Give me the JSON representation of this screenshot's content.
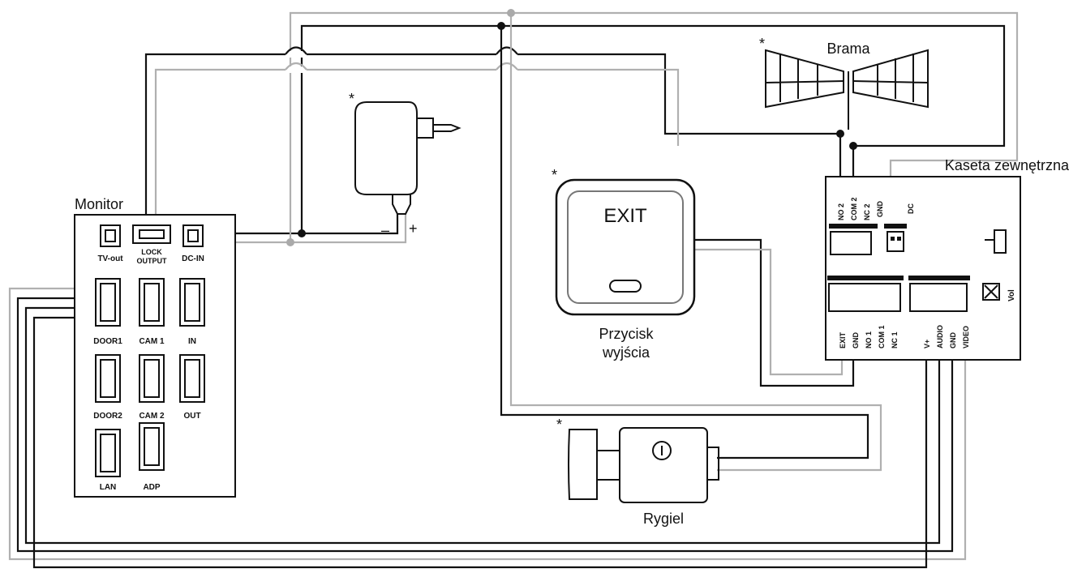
{
  "diagram": {
    "monitor": {
      "title": "Monitor",
      "ports": {
        "tv_out": "TV-out",
        "lock_output": [
          "LOCK",
          "OUTPUT"
        ],
        "dc_in": "DC-IN",
        "door1": "DOOR1",
        "cam1": "CAM 1",
        "in": "IN",
        "door2": "DOOR2",
        "cam2": "CAM 2",
        "out": "OUT",
        "lan": "LAN",
        "adp": "ADP"
      }
    },
    "power_supply": {
      "asterisk": "*",
      "minus": "–",
      "plus": "+"
    },
    "gate": {
      "asterisk": "*",
      "label": "Brama"
    },
    "exit_button": {
      "asterisk": "*",
      "face_text": "EXIT",
      "label_line1": "Przycisk",
      "label_line2": "wyjścia"
    },
    "outdoor_station": {
      "label": "Kaseta zewnętrzna",
      "top_pins": [
        "NO 2",
        "COM 2",
        "NC 2",
        "GND",
        "DC"
      ],
      "bottom_pins": [
        "EXIT",
        "GND",
        "NO 1",
        "COM 1",
        "NC 1",
        "V+",
        "AUDIO",
        "GND",
        "VIDEO"
      ],
      "vol": "Vol"
    },
    "bolt": {
      "asterisk": "*",
      "label": "Rygiel"
    }
  }
}
